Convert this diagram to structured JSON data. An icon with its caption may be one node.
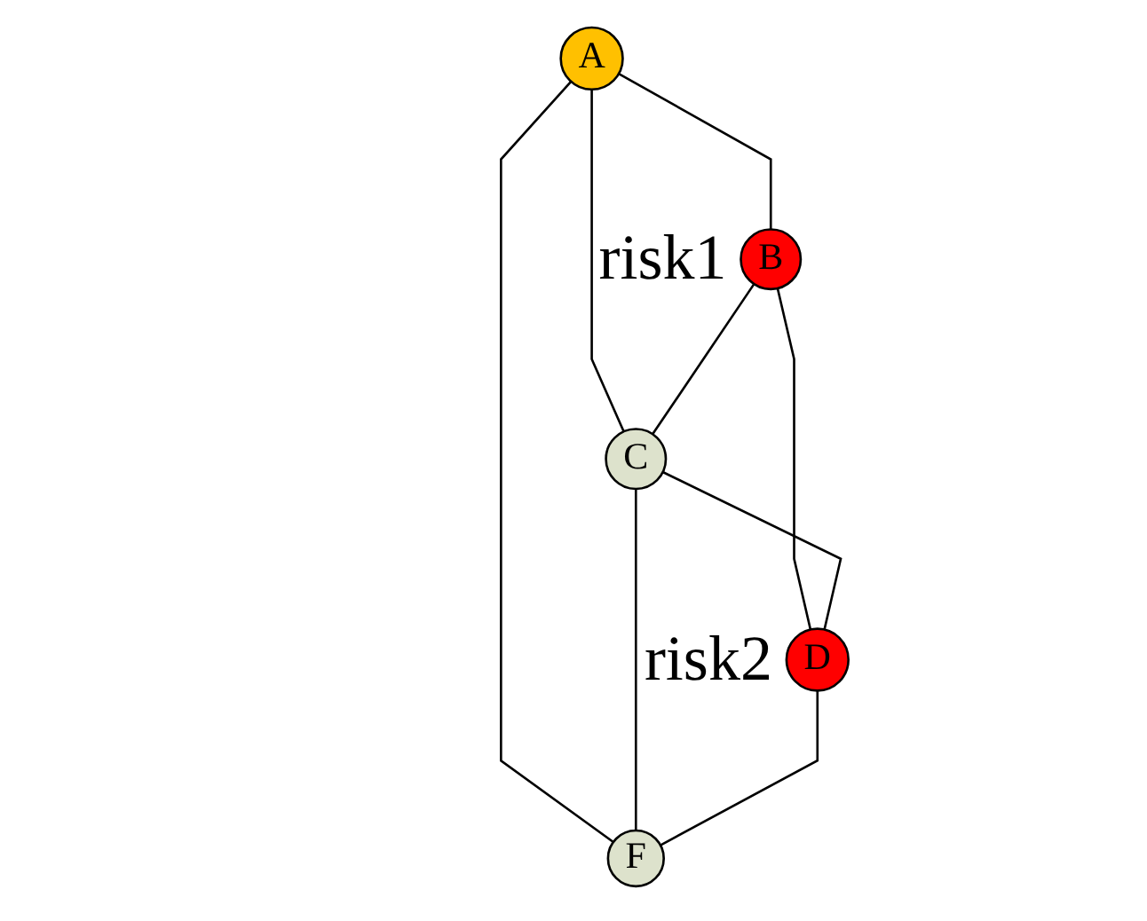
{
  "diagram": {
    "nodes": [
      {
        "text": [
          "A"
        ]
      },
      {
        "text": [
          "B"
        ],
        "beside": [
          "risk1"
        ]
      },
      {
        "text": [
          "C"
        ]
      },
      {
        "text": [
          "D"
        ],
        "beside": [
          "risk2"
        ]
      },
      {
        "text": [
          "F"
        ]
      }
    ],
    "edges": [
      {
        "from": 0,
        "to": 1,
        "arrow": "none"
      },
      {
        "from": 0,
        "to": 2,
        "arrow": "none"
      },
      {
        "from": 0,
        "to": 4,
        "arrow": "none"
      },
      {
        "from": 1,
        "to": 2,
        "arrow": "none"
      },
      {
        "from": 1,
        "to": 3,
        "arrow": "none"
      },
      {
        "from": 2,
        "to": 3,
        "arrow": "none"
      },
      {
        "from": 2,
        "to": 4,
        "arrow": "none"
      },
      {
        "from": 3,
        "to": 4,
        "arrow": "none"
      }
    ]
  }
}
